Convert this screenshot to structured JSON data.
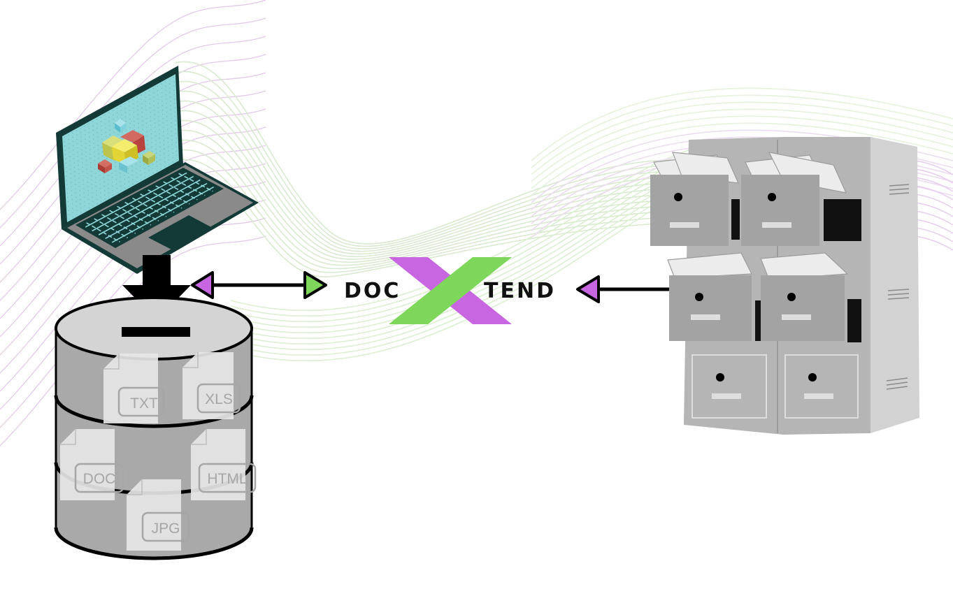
{
  "logo": {
    "left": "DOC",
    "right": "TEND"
  },
  "database_files": [
    "TXT",
    "XLS",
    "DOC",
    "HTML",
    "JPG"
  ],
  "colors": {
    "purple": "#c766e0",
    "green": "#7ed75a",
    "screen": "#8fd6d8",
    "laptop_frame": "#143a38",
    "db_gray": "#a9a9a9",
    "db_top": "#d4d4d4",
    "cabinet": "#b3b3b3"
  },
  "icons": [
    "laptop-icon",
    "download-arrow-icon",
    "database-icon",
    "file-cabinet-icon",
    "bidirectional-arrow-icon"
  ]
}
